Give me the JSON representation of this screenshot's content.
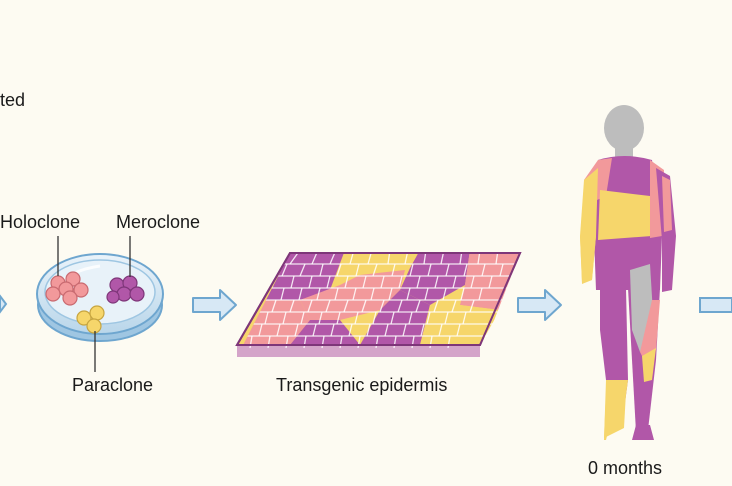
{
  "labels": {
    "top_left_fragment": "ted",
    "holoclone": "Holoclone",
    "meroclone": "Meroclone",
    "paraclone": "Paraclone",
    "transgenic": "Transgenic epidermis",
    "time": "0 months"
  },
  "colors": {
    "background": "#fdfbf2",
    "holoclone_pink": "#f2999b",
    "meroclone_purple": "#b157a8",
    "paraclone_yellow": "#f6d66b",
    "arrow_blue": "#6ea6cf",
    "dish_blue": "#cfe3f1",
    "body_grey": "#bdbdbd"
  }
}
